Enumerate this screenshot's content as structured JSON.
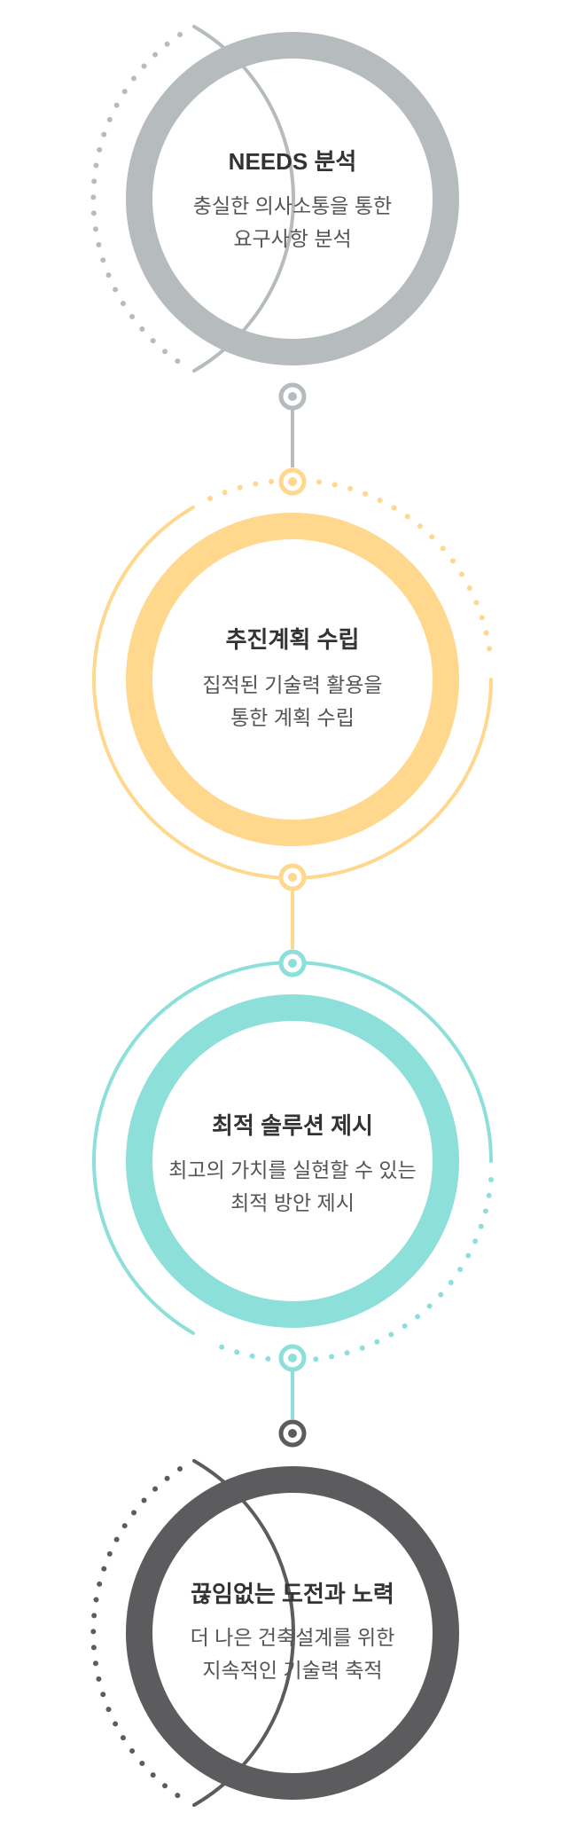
{
  "steps": [
    {
      "title": "NEEDS 분석",
      "desc_line1": "충실한 의사소통을 통한",
      "desc_line2": "요구사항 분석",
      "color": "#b6bbbe"
    },
    {
      "title": "추진계획 수립",
      "desc_line1": "집적된 기술력 활용을",
      "desc_line2": "통한 계획 수립",
      "color": "#ffd78d"
    },
    {
      "title": "최적 솔루션 제시",
      "desc_line1": "최고의 가치를 실현할 수 있는",
      "desc_line2": "최적 방안 제시",
      "color": "#8ddfda"
    },
    {
      "title": "끊임없는 도전과 노력",
      "desc_line1": "더 나은 건축설계를 위한",
      "desc_line2": "지속적인 기술력 축적",
      "color": "#5c5c5e"
    }
  ]
}
